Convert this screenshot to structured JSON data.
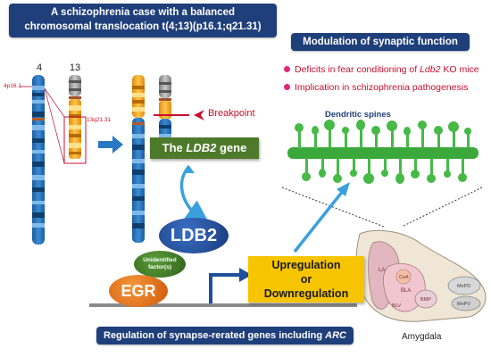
{
  "title_banner": {
    "line1": "A schizophrenia case with a balanced",
    "line2": "chromosomal translocation t(4;13)(p16.1;q21.31)"
  },
  "modulation_banner": "Modulation of synaptic function",
  "chromosomes": {
    "chr4_label": "4",
    "chr13_label": "13",
    "band_4p": "4p16.1",
    "band_13q": "13q21.31"
  },
  "breakpoint_label": "Breakpoint",
  "gene_box": {
    "prefix": "The ",
    "gene": "LDB2",
    "suffix": " gene"
  },
  "bullets": {
    "item1_prefix": "Deficits in fear conditioning of ",
    "item1_gene": "Ldb2",
    "item1_suffix": " KO mice",
    "item2": "Implication in schizophrenia pathogenesis"
  },
  "dendritic_spines_label": "Dendritic spines",
  "ldb2_label": "LDB2",
  "unidentified_label_line1": "Unidentified",
  "unidentified_label_line2": "factor(s)",
  "egr_label": "EGR",
  "regulation_box": {
    "line1": "Upregulation",
    "line2": "or",
    "line3": "Downregulation"
  },
  "bottom_banner": {
    "text": "Regulation of synapse-rerated genes including ",
    "italic": "ARC"
  },
  "amygdala": {
    "caption": "Amygdala",
    "regions": [
      "LA",
      "CeA",
      "BLA",
      "BMP",
      "BLV",
      "MePD",
      "MePV"
    ]
  },
  "colors": {
    "navy": "#1f3f7a",
    "chromosome_blue": "#2a78c2",
    "chromosome_orange": "#f2a91c",
    "gene_green": "#4d7a2a",
    "ldb2_blue": "#1f4f9c",
    "egr_orange": "#e8731a",
    "spine_green": "#3ba83b",
    "regulation_yellow": "#f6c400",
    "accent_red": "#c8102e",
    "pink": "#e0287a"
  }
}
